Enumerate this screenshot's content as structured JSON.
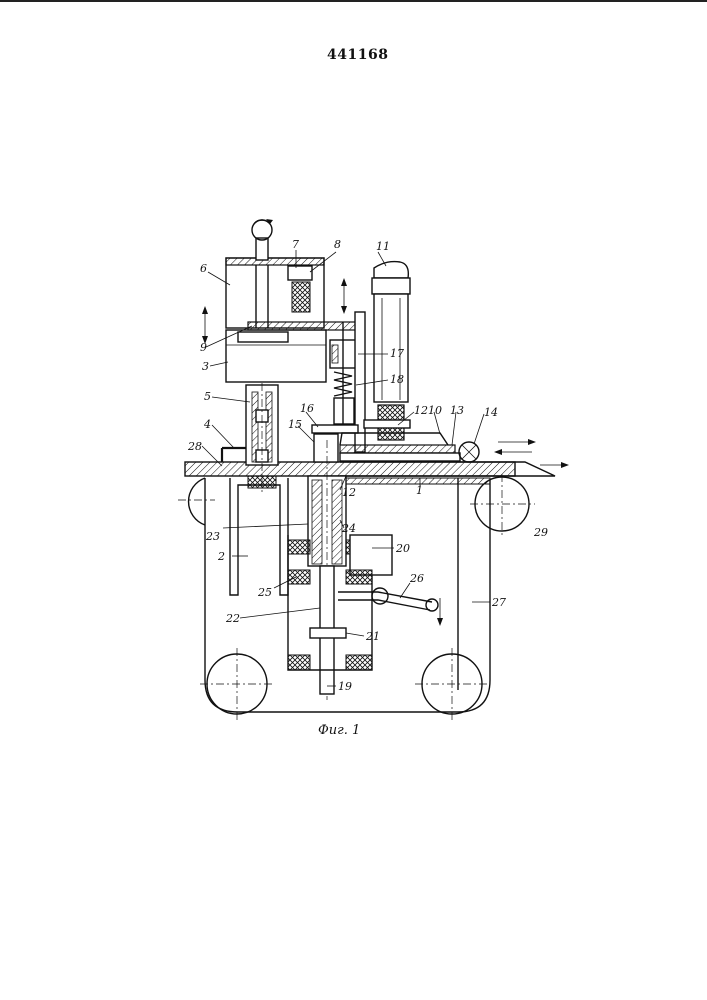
{
  "document": {
    "patent_number": "441168",
    "figure_caption": "Фиг. 1"
  },
  "labels": {
    "l1": "1",
    "l2": "2",
    "l3": "3",
    "l4": "4",
    "l5": "5",
    "l6": "6",
    "l7": "7",
    "l8": "8",
    "l9": "9",
    "l10": "10",
    "l11": "11",
    "l12a": "12",
    "l12b": "12",
    "l13": "13",
    "l14": "14",
    "l15": "15",
    "l16": "16",
    "l17": "17",
    "l18": "18",
    "l19": "19",
    "l20": "20",
    "l21": "21",
    "l22": "22",
    "l23": "23",
    "l24": "24",
    "l25": "25",
    "l26": "26",
    "l27": "27",
    "l28": "28",
    "l29": "29"
  }
}
